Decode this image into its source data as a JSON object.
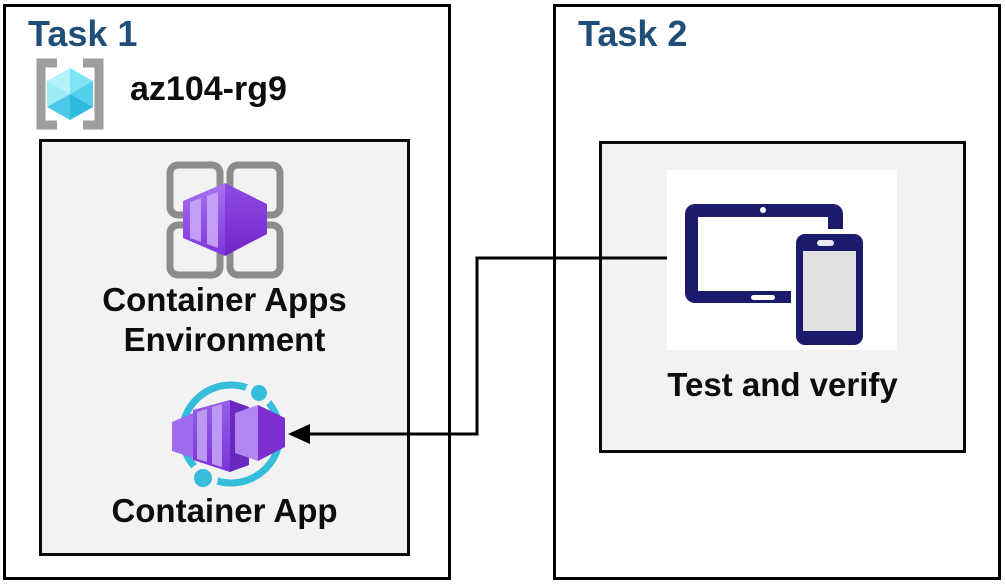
{
  "canvas": {
    "background": "#ffffff"
  },
  "colors": {
    "title_blue": "#1F4E79",
    "box_border": "#000000",
    "panel_fill": "#F2F2F2",
    "label_text": "#0d0d0d",
    "icon_gray": "#8C8C8C",
    "bracket_gray": "#9E9E9E",
    "cyan": "#35BDDB",
    "purple_light": "#B186F2",
    "purple_mid": "#8A4DE6",
    "purple_dark": "#7D2ECF",
    "device_navy": "#1B1B6E",
    "arrow": "#000000"
  },
  "task1": {
    "title": "Task 1",
    "resource_group": {
      "icon": "resource-group-icon",
      "name": "az104-rg9"
    },
    "environment_panel": {
      "environment": {
        "icon": "container-apps-environment-icon",
        "label_line1": "Container Apps",
        "label_line2": "Environment"
      },
      "container_app": {
        "icon": "container-app-icon",
        "label": "Container App"
      }
    }
  },
  "task2": {
    "title": "Task 2",
    "test_and_verify": {
      "icon": "devices-icon",
      "label": "Test and verify"
    }
  },
  "connector": {
    "from": "test-and-verify-icon",
    "to": "container-app-icon",
    "style": "elbow-line-with-left-arrowhead"
  }
}
